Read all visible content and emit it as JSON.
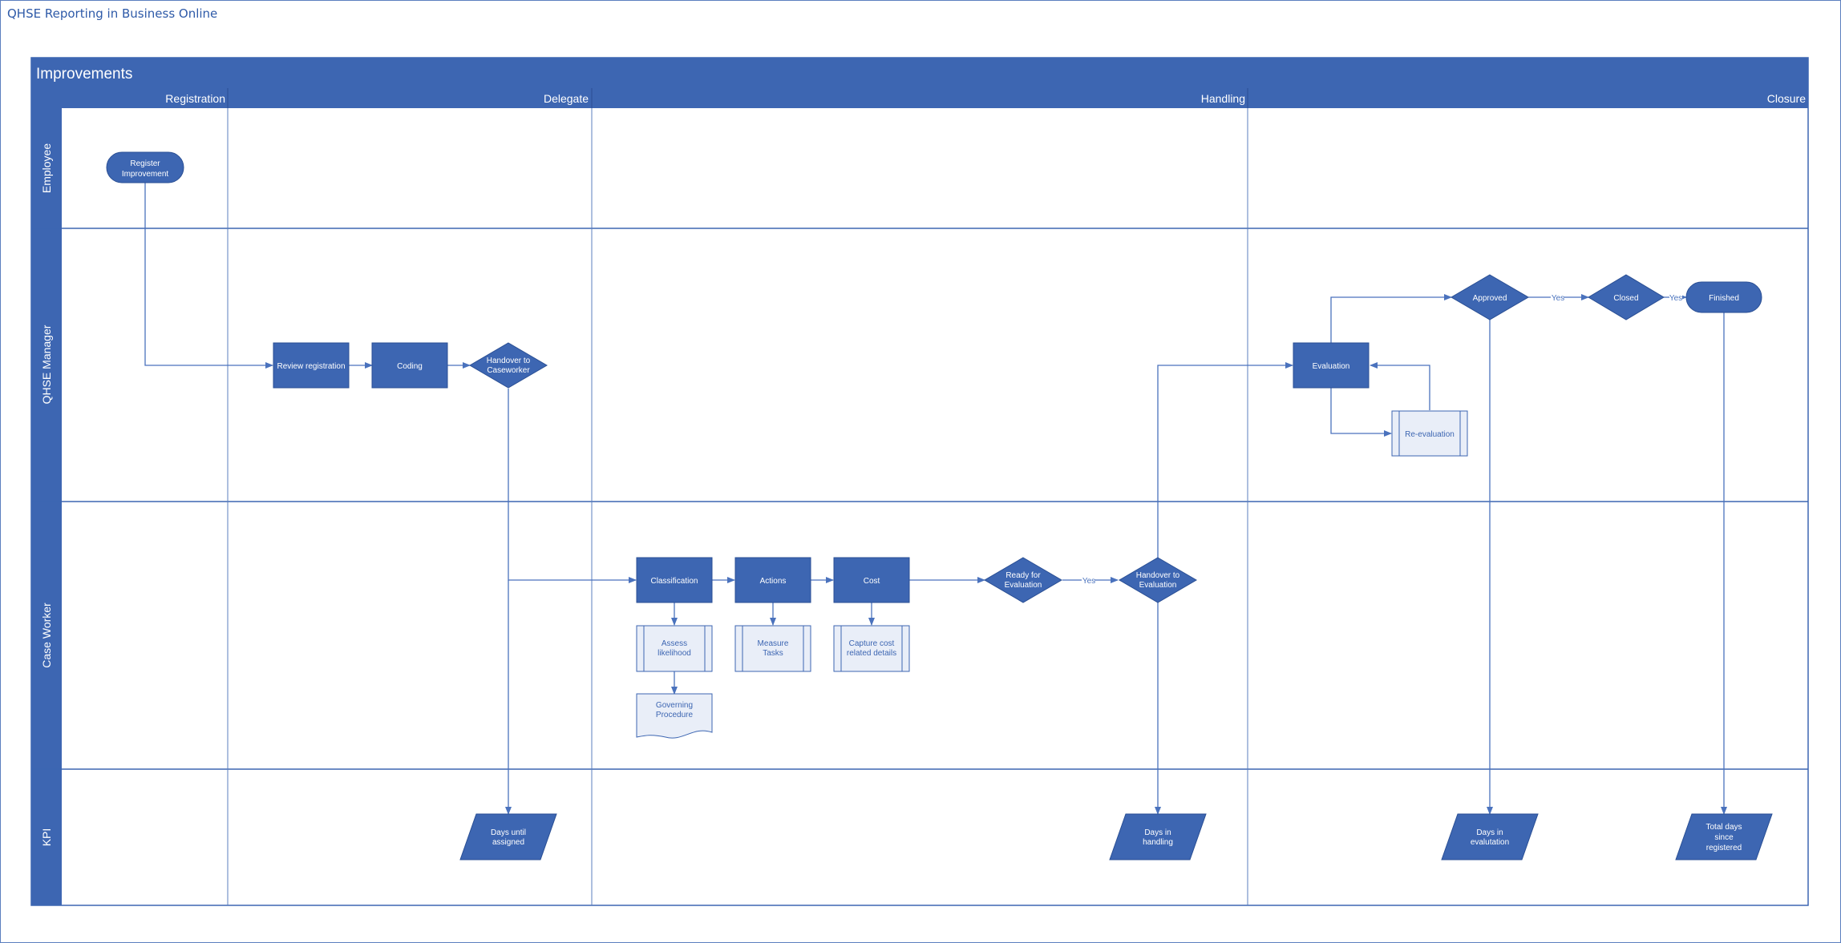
{
  "page": {
    "title": "QHSE Reporting in Business Online"
  },
  "diagram": {
    "title": "Improvements",
    "phases": [
      "Registration",
      "Delegate",
      "Handling",
      "Closure"
    ],
    "lanes": [
      "Employee",
      "QHSE Manager",
      "Case Worker",
      "KPI"
    ],
    "colors": {
      "primary": "#3d66b2",
      "line": "#4a72bd",
      "text_white": "#ffffff",
      "lane_text": "#ffffff",
      "light_fill": "#e9eef8"
    },
    "nodes": {
      "register": [
        "Register",
        "Improvement"
      ],
      "review": [
        "Review registration"
      ],
      "coding": [
        "Coding"
      ],
      "handover_case": [
        "Handover to",
        "Caseworker"
      ],
      "classification": [
        "Classification"
      ],
      "actions": [
        "Actions"
      ],
      "cost": [
        "Cost"
      ],
      "assess": [
        "Assess",
        "likelihood"
      ],
      "measure": [
        "Measure",
        "Tasks"
      ],
      "capture": [
        "Capture cost",
        "related details"
      ],
      "governing": [
        "Governing",
        "Procedure"
      ],
      "ready": [
        "Ready for",
        "Evaluation"
      ],
      "handover_eval": [
        "Handover to",
        "Evaluation"
      ],
      "evaluation": [
        "Evaluation"
      ],
      "reevaluation": [
        "Re-evaluation"
      ],
      "approved": [
        "Approved"
      ],
      "closed": [
        "Closed"
      ],
      "finished": [
        "Finished"
      ],
      "kpi_assigned": [
        "Days until",
        "assigned"
      ],
      "kpi_handling": [
        "Days in",
        "handling"
      ],
      "kpi_evaluation": [
        "Days in",
        "evalutation"
      ],
      "kpi_total": [
        "Total days",
        "since",
        "registered"
      ]
    },
    "edge_labels": {
      "ready_yes": "Yes",
      "approved_yes": "Yes",
      "closed_yes": "Yes"
    }
  }
}
